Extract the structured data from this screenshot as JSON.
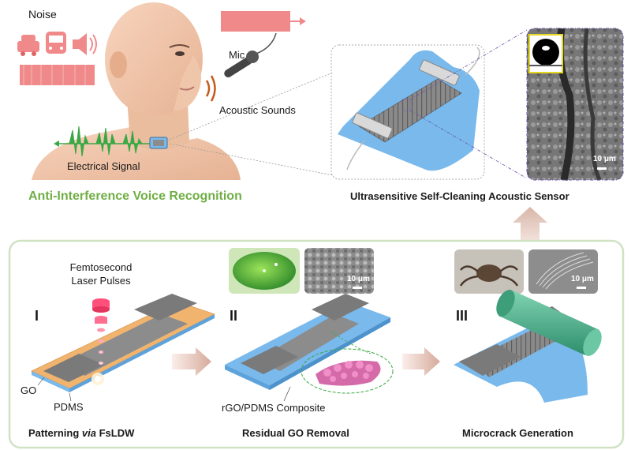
{
  "top": {
    "noise_label": "Noise",
    "mic_label": "Mic",
    "acoustic_label": "Acoustic Sounds",
    "electrical_label": "Electrical Signal",
    "left_title": "Anti-Interference Voice Recognition",
    "right_title": "Ultrasensitive Self-Cleaning Acoustic Sensor",
    "sem_scale": "10 μm"
  },
  "bottom": {
    "laser_label_line1": "Femtosecond",
    "laser_label_line2": "Laser Pulses",
    "step1": {
      "numeral": "I",
      "layer_top": "GO",
      "layer_bottom": "PDMS",
      "caption_pre": "Patterning ",
      "caption_em": "via",
      "caption_post": " FsLDW"
    },
    "step2": {
      "numeral": "II",
      "composite_label": "rGO/PDMS Composite",
      "caption": "Residual GO Removal",
      "scale": "10 μm"
    },
    "step3": {
      "numeral": "III",
      "caption": "Microcrack Generation",
      "scale": "10 μm"
    }
  },
  "colors": {
    "title_green": "#6fae45",
    "pdms_blue": "#79b9ec",
    "go_orange": "#f1b46e",
    "rgo_gray": "#8c8c8c",
    "noise_pink": "#f08a8a",
    "signal_green": "#3aa845",
    "roller_green": "#4faf8c",
    "panel_border": "#cfe3c3"
  }
}
